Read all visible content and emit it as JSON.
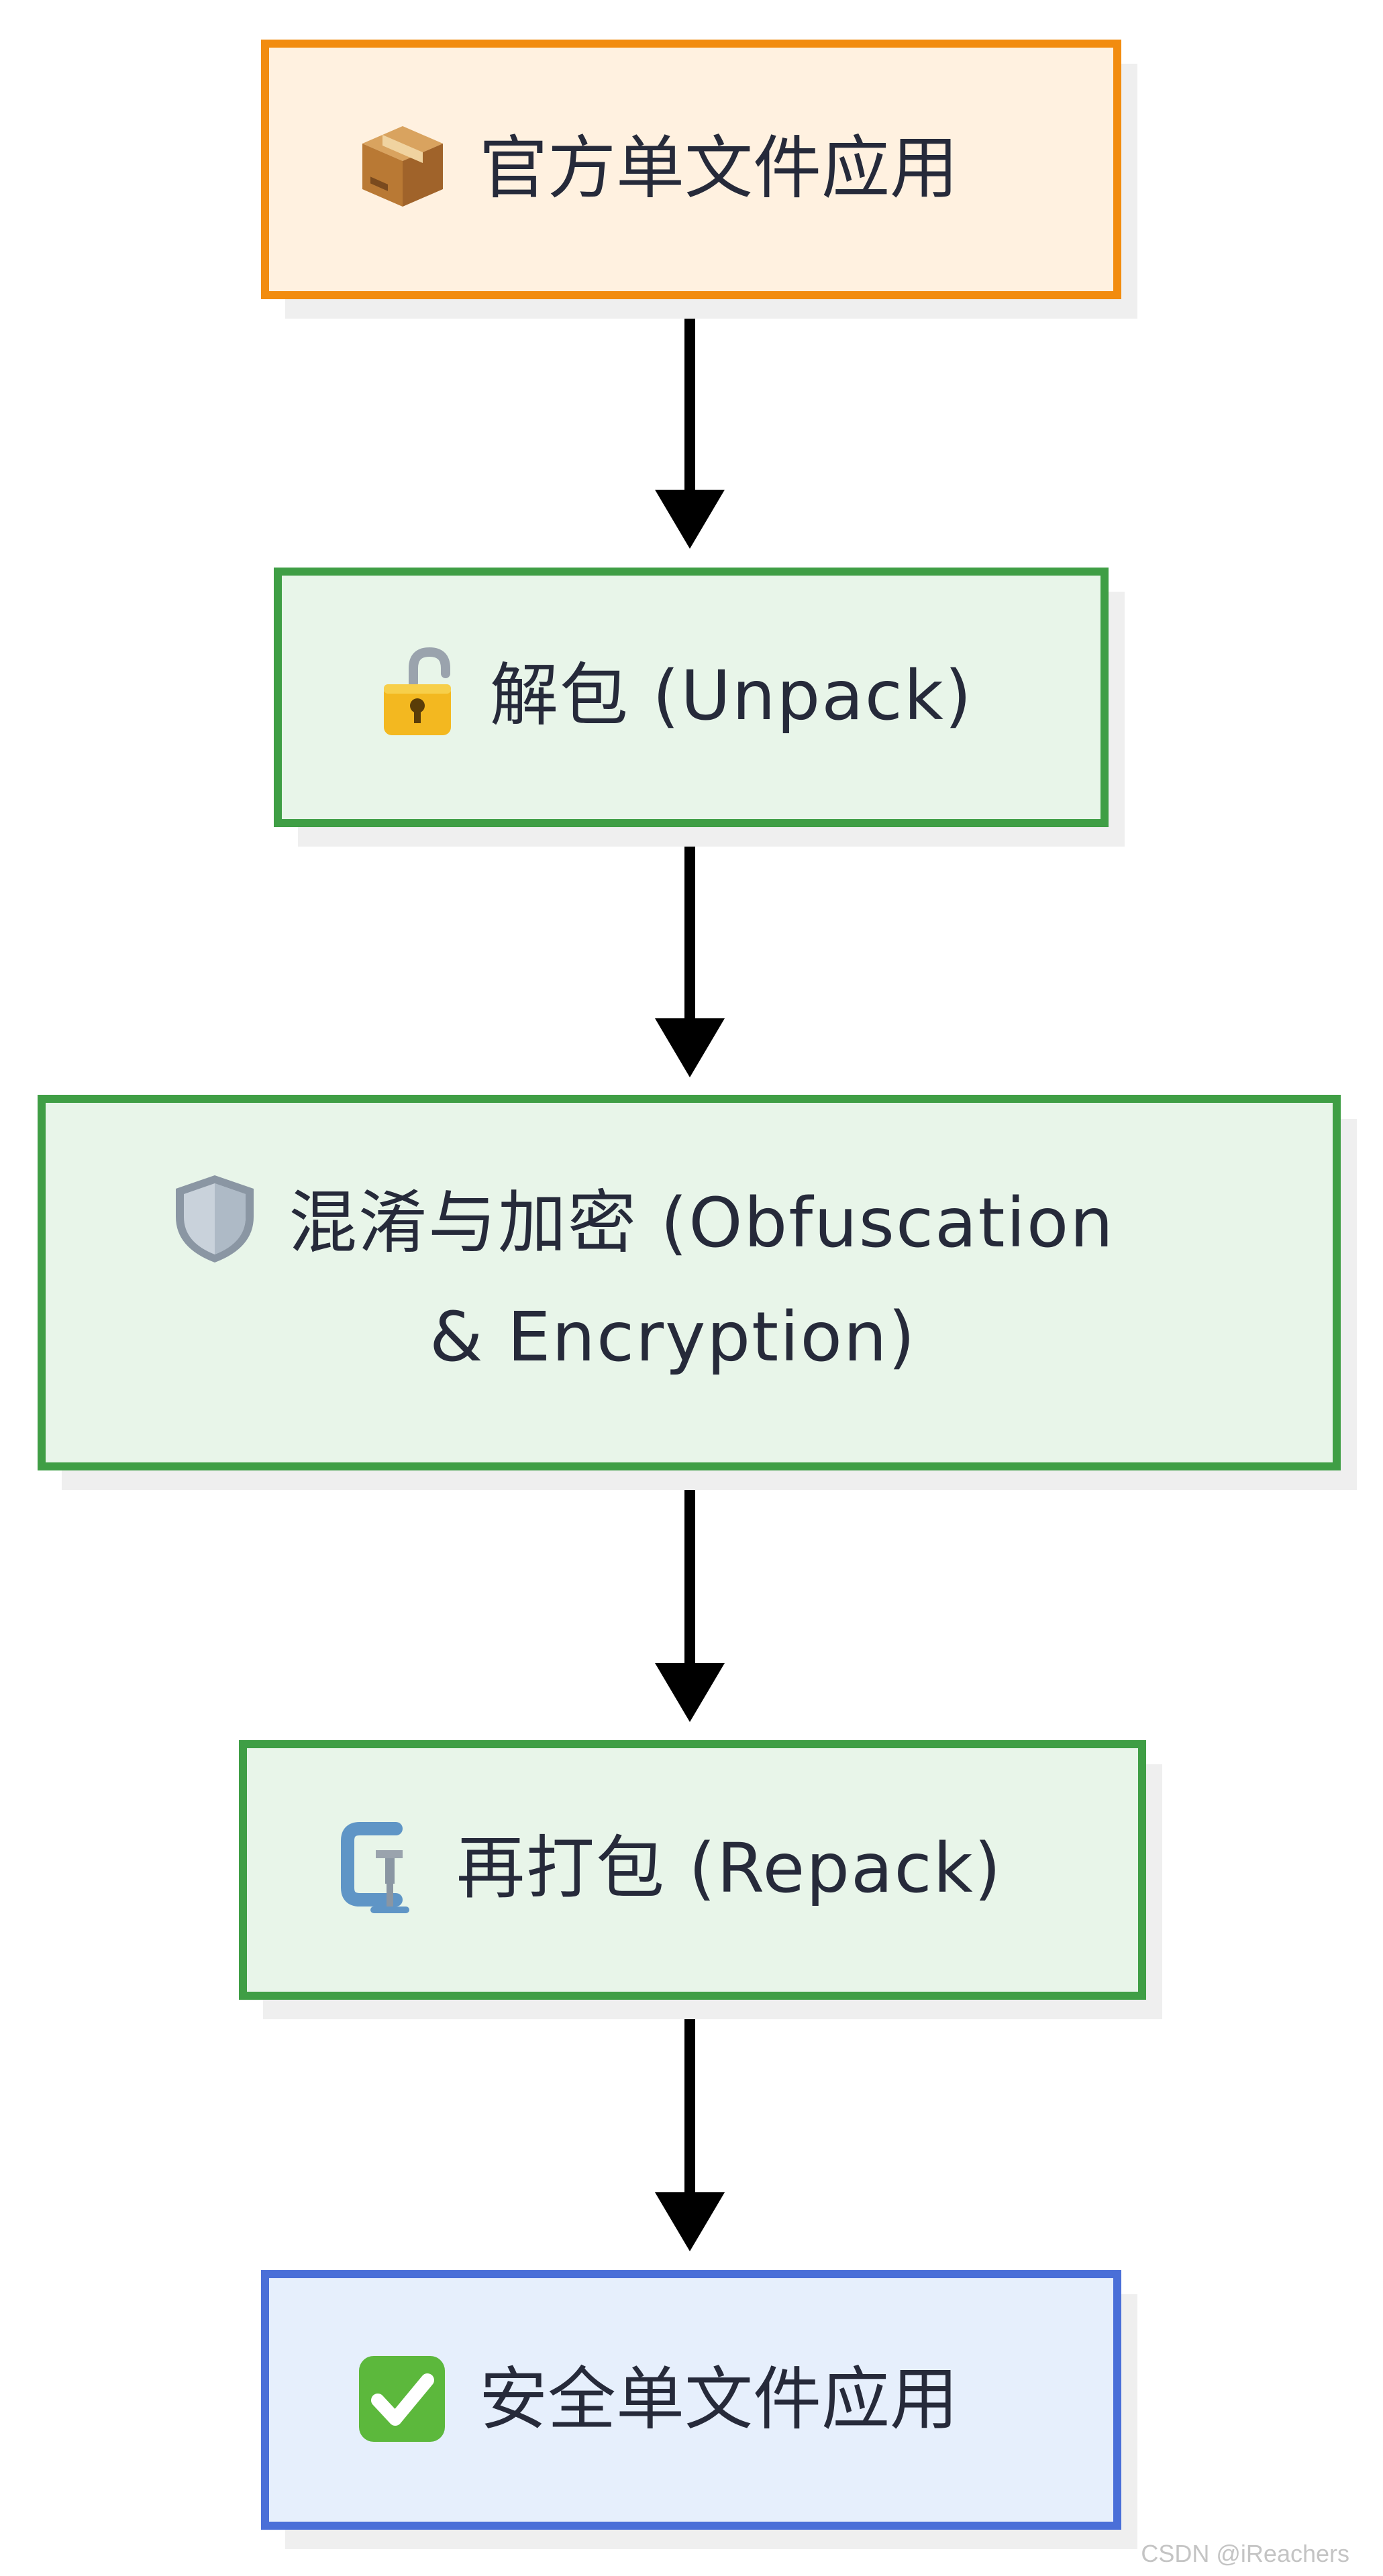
{
  "diagram": {
    "nodes": [
      {
        "id": "official-app",
        "icon": "package-icon",
        "lines": [
          "官方单文件应用"
        ],
        "border_color": "#f28c0f",
        "fill_color": "#fff1e0"
      },
      {
        "id": "unpack",
        "icon": "unlocked-padlock-icon",
        "lines": [
          "解包 (Unpack)"
        ],
        "border_color": "#3f9e45",
        "fill_color": "#e8f5e9"
      },
      {
        "id": "obfuscation",
        "icon": "shield-icon",
        "lines": [
          "混淆与加密 (Obfuscation",
          "& Encryption)"
        ],
        "border_color": "#3f9e45",
        "fill_color": "#e8f5e9"
      },
      {
        "id": "repack",
        "icon": "clamp-icon",
        "lines": [
          "再打包 (Repack)"
        ],
        "border_color": "#3f9e45",
        "fill_color": "#e8f5e9"
      },
      {
        "id": "secure-app",
        "icon": "check-mark-icon",
        "lines": [
          "安全单文件应用"
        ],
        "border_color": "#4a6fd8",
        "fill_color": "#e6effc"
      }
    ],
    "edges": [
      {
        "from": "official-app",
        "to": "unpack"
      },
      {
        "from": "unpack",
        "to": "obfuscation"
      },
      {
        "from": "obfuscation",
        "to": "repack"
      },
      {
        "from": "repack",
        "to": "secure-app"
      }
    ]
  },
  "watermark": "CSDN @iReachers"
}
